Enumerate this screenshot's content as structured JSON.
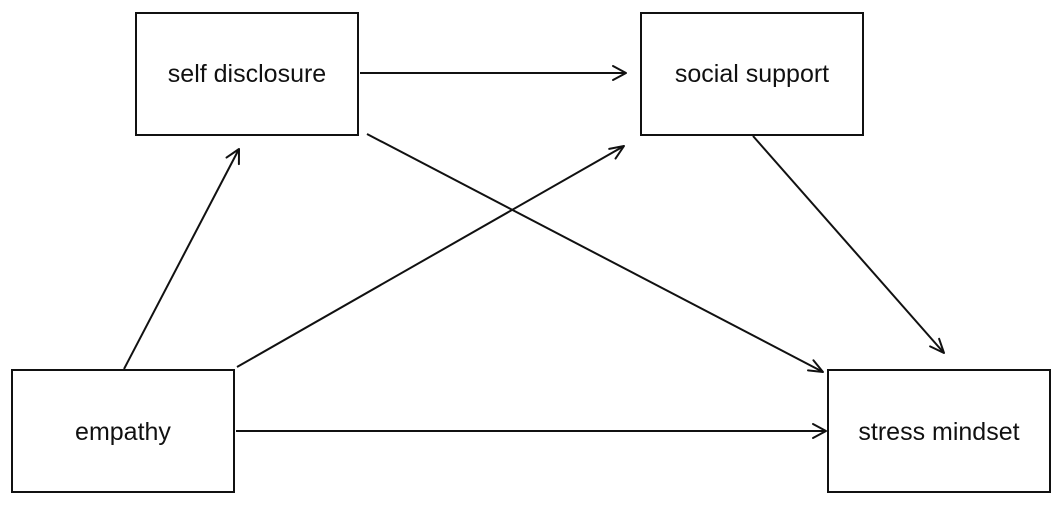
{
  "diagram": {
    "nodes": [
      {
        "id": "self_disclosure",
        "label": "self disclosure"
      },
      {
        "id": "social_support",
        "label": "social support"
      },
      {
        "id": "empathy",
        "label": "empathy"
      },
      {
        "id": "stress_mindset",
        "label": "stress mindset"
      }
    ],
    "edges": [
      {
        "from": "empathy",
        "to": "self_disclosure"
      },
      {
        "from": "empathy",
        "to": "social_support"
      },
      {
        "from": "empathy",
        "to": "stress_mindset"
      },
      {
        "from": "self_disclosure",
        "to": "social_support"
      },
      {
        "from": "self_disclosure",
        "to": "stress_mindset"
      },
      {
        "from": "social_support",
        "to": "stress_mindset"
      }
    ],
    "colors": {
      "stroke": "#111111",
      "background": "#ffffff"
    }
  }
}
